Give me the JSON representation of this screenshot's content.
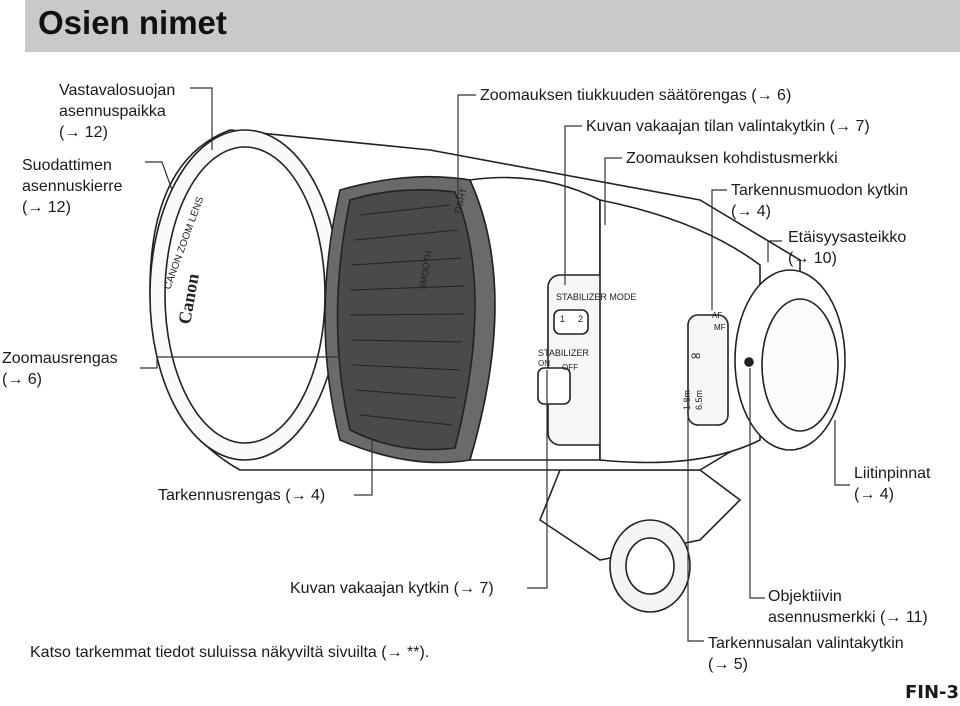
{
  "page": {
    "title": "Osien nimet",
    "page_number": "FIN-3",
    "footnote": "Katso tarkemmat tiedot suluissa näkyviltä sivuilta (→ **)."
  },
  "labels": {
    "hood_mount": [
      "Vastavalosuojan",
      "asennuspaikka",
      "(→ 12)"
    ],
    "filter_thread": [
      "Suodattimen",
      "asennuskierre",
      "(→ 12)"
    ],
    "zoom_tension_ring": "Zoomauksen tiukkuuden säätörengas (→ 6)",
    "stabilizer_mode_switch": "Kuvan vakaajan tilan valintakytkin (→ 7)",
    "zoom_index": "Zoomauksen kohdistusmerkki",
    "focus_mode_switch": [
      "Tarkennusmuodon kytkin",
      "(→ 4)"
    ],
    "distance_scale": [
      "Etäisyysasteikko",
      "(→ 10)"
    ],
    "zoom_ring": [
      "Zoomausrengas",
      "(→ 6)"
    ],
    "focus_ring": "Tarkennusrengas (→ 4)",
    "contacts": [
      "Liitinpinnat",
      "(→ 4)"
    ],
    "stabilizer_switch": "Kuvan vakaajan kytkin (→ 7)",
    "mount_index": [
      "Objektiivin",
      "asennusmerkki (→ 11)"
    ],
    "focus_limiter": [
      "Tarkennusalan valintakytkin",
      "(→ 5)"
    ]
  },
  "lens_markings": {
    "brand": "Canon",
    "ring_text": "CANON ZOOM LENS",
    "smooth": "SMOOTH",
    "tight": "TIGHT",
    "stabilizer_mode": "STABILIZER MODE",
    "mode_1": "1",
    "mode_2": "2",
    "stabilizer": "STABILIZER",
    "on": "ON",
    "off": "OFF",
    "af": "AF",
    "mf": "MF",
    "infinity": "∞",
    "dist_1": "1.8m",
    "dist_2": "6.5m"
  }
}
